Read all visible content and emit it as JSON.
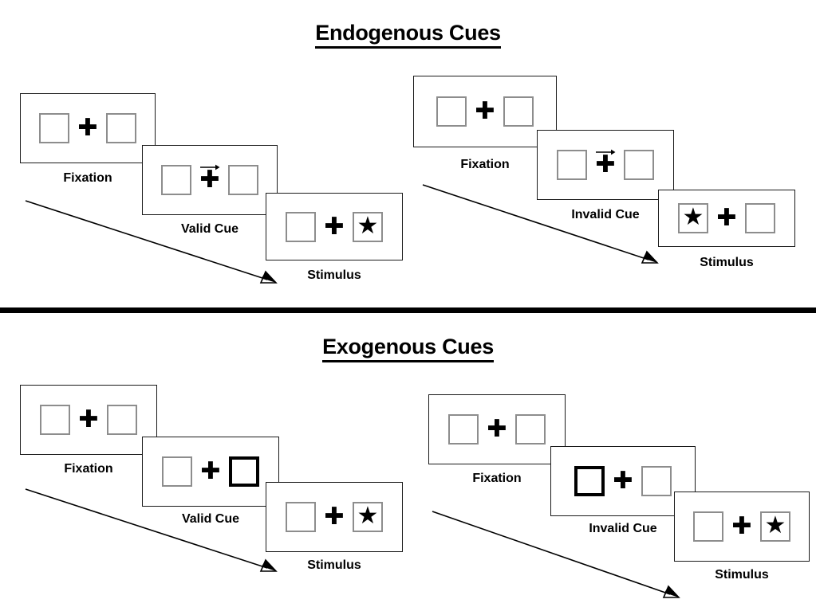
{
  "sections": [
    {
      "id": "endogenous",
      "title": "Endogenous Cues",
      "conditions": [
        {
          "id": "endogenous-valid",
          "panels": [
            {
              "stage_label": "Fixation",
              "cue_type": "none",
              "left_box": "empty",
              "right_box": "empty",
              "arrow": "none"
            },
            {
              "stage_label": "Valid Cue",
              "cue_type": "arrow",
              "left_box": "empty",
              "right_box": "empty",
              "arrow": "right"
            },
            {
              "stage_label": "Stimulus",
              "cue_type": "none",
              "left_box": "empty",
              "right_box": "star",
              "arrow": "none"
            }
          ]
        },
        {
          "id": "endogenous-invalid",
          "panels": [
            {
              "stage_label": "Fixation",
              "cue_type": "none",
              "left_box": "empty",
              "right_box": "empty",
              "arrow": "none"
            },
            {
              "stage_label": "Invalid Cue",
              "cue_type": "arrow",
              "left_box": "empty",
              "right_box": "empty",
              "arrow": "right"
            },
            {
              "stage_label": "Stimulus",
              "cue_type": "none",
              "left_box": "star",
              "right_box": "empty",
              "arrow": "none"
            }
          ]
        }
      ]
    },
    {
      "id": "exogenous",
      "title": "Exogenous Cues",
      "conditions": [
        {
          "id": "exogenous-valid",
          "panels": [
            {
              "stage_label": "Fixation",
              "cue_type": "none",
              "left_box": "empty",
              "right_box": "empty",
              "arrow": "none"
            },
            {
              "stage_label": "Valid Cue",
              "cue_type": "box",
              "left_box": "empty",
              "right_box": "cued",
              "arrow": "none"
            },
            {
              "stage_label": "Stimulus",
              "cue_type": "none",
              "left_box": "empty",
              "right_box": "star",
              "arrow": "none"
            }
          ]
        },
        {
          "id": "exogenous-invalid",
          "panels": [
            {
              "stage_label": "Fixation",
              "cue_type": "none",
              "left_box": "empty",
              "right_box": "empty",
              "arrow": "none"
            },
            {
              "stage_label": "Invalid Cue",
              "cue_type": "box",
              "left_box": "cued",
              "right_box": "empty",
              "arrow": "none"
            },
            {
              "stage_label": "Stimulus",
              "cue_type": "none",
              "left_box": "empty",
              "right_box": "star",
              "arrow": "none"
            }
          ]
        }
      ]
    }
  ],
  "glyphs": {
    "fixation_cross": "✚",
    "star": "★"
  },
  "colors": {
    "text": "#000000",
    "panel_border": "#1a1a1a",
    "box_border": "#8d8d8d",
    "cued_box_border": "#000000",
    "divider": "#000000",
    "background": "#ffffff"
  }
}
